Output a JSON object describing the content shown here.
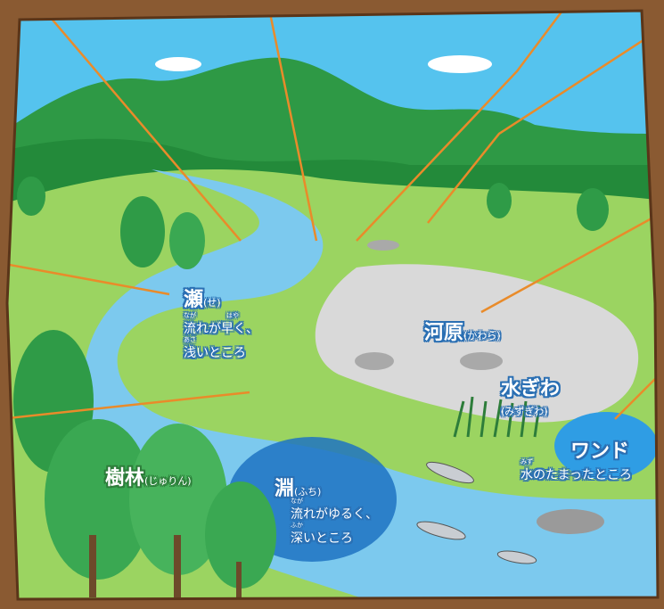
{
  "colors": {
    "sky": "#55c3ee",
    "frame": "#7b4a25",
    "mountain": "#2f9b47",
    "grass": "#9bd461",
    "river": "#7cc9ee",
    "deep_pool": "#1f73c2",
    "gravel": "#d9d9d9",
    "crack": "#e98b2a"
  },
  "labels": {
    "se": {
      "title": "瀬",
      "reading": "(せ)",
      "ruby1": "なが",
      "ruby2": "はや",
      "line1": "流れが早く、",
      "ruby3": "あさ",
      "line2": "浅いところ"
    },
    "kawara": {
      "title": "河原",
      "reading": "(かわら)"
    },
    "mizugiwa": {
      "title": "水ぎわ",
      "reading": "(みずぎわ)"
    },
    "wando": {
      "title": "ワンド",
      "ruby": "みず",
      "desc": "水のたまったところ"
    },
    "juurin": {
      "title": "樹林",
      "reading": "(じゅりん)"
    },
    "fuchi": {
      "title": "淵",
      "reading": "(ふち)",
      "ruby1": "なが",
      "line1": "流れがゆるく、",
      "ruby2": "ふか",
      "line2": "深いところ"
    }
  }
}
